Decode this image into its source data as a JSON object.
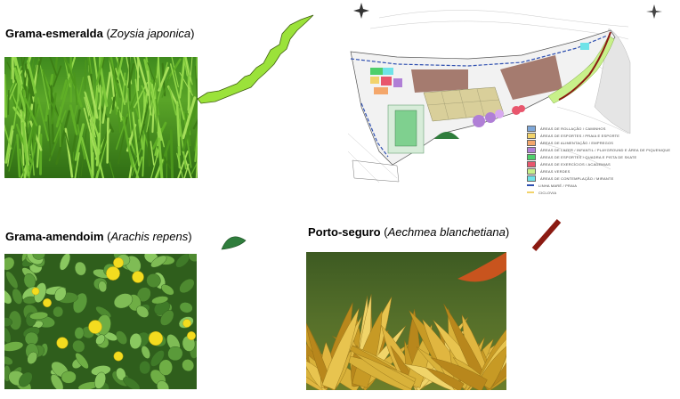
{
  "plants": [
    {
      "common": "Grama-esmeralda",
      "scientific": "Zoysia japonica",
      "symbol": "light-green-strip-icon"
    },
    {
      "common": "Grama-amendoim",
      "scientific": "Arachis repens",
      "symbol": "dark-green-half-disc-icon"
    },
    {
      "common": "Porto-seguro",
      "scientific": "Aechmea blanchetiana",
      "symbol": "dark-red-line-icon"
    }
  ],
  "colors": {
    "zoysia_symbol": "#9be23a",
    "arachis_symbol": "#2f7d3c",
    "aechmea_symbol": "#8b1a12"
  },
  "site_plan": {
    "legend": [
      {
        "label": "ÁREAS DE ROLLAÇÃO / CAMINHOS",
        "color": "#7ea7d8"
      },
      {
        "label": "ÁREAS DE ESPORTES / PRAIA E ESPORTE",
        "color": "#f2d36b"
      },
      {
        "label": "ÁREAS DE ALIMENTAÇÃO / EMPREGOS",
        "color": "#f4a76b"
      },
      {
        "label": "ÁREAS DE LAZER / INFANTIL / PLAYGROUND E ÁREA DE PIQUENIQUE",
        "color": "#b07fd6"
      },
      {
        "label": "ÁREAS DE ESPORTES / QUADRA E PISTA DE SKATE",
        "color": "#4fcf6b"
      },
      {
        "label": "ÁREAS DE EXERCÍCIOS / ACADEMIAS",
        "color": "#e8566d"
      },
      {
        "label": "ÁREAS VERDES",
        "color": "#c8f08a"
      },
      {
        "label": "ÁREAS DE CONTEMPLAÇÃO / MIRANTE",
        "color": "#6fe3e8"
      }
    ],
    "extra_legend": [
      "LINHA MARÉ / PRAIA",
      "CICLOVIA"
    ]
  }
}
